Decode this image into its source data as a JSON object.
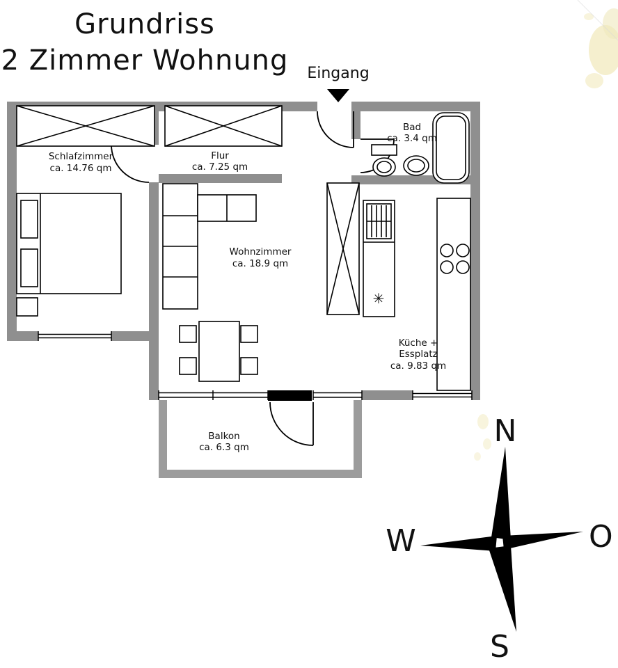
{
  "title": {
    "line1": "Grundriss",
    "line2": "2 Zimmer Wohnung"
  },
  "entrance": {
    "label": "Eingang"
  },
  "rooms": {
    "schlafzimmer": {
      "name": "Schlafzimmer",
      "area": "ca. 14.76 qm"
    },
    "flur": {
      "name": "Flur",
      "area": "ca. 7.25 qm"
    },
    "bad": {
      "name": "Bad",
      "area": "ca. 3.4 qm"
    },
    "wohnzimmer": {
      "name": "Wohnzimmer",
      "area": "ca. 18.9 qm"
    },
    "kueche": {
      "line1": "Küche +",
      "line2": "Essplatz",
      "area": "ca. 9.83 qm"
    },
    "balkon": {
      "name": "Balkon",
      "area": "ca. 6.3 qm"
    }
  },
  "compass": {
    "north": "N",
    "east": "O",
    "south": "S",
    "west": "W"
  },
  "symbols": {
    "freezer": "✳"
  },
  "colors": {
    "wall": "#8f8f8f",
    "balcony_wall": "#9c9c9c",
    "line": "#000000",
    "background": "#ffffff",
    "stain": "#f3ecc6"
  }
}
